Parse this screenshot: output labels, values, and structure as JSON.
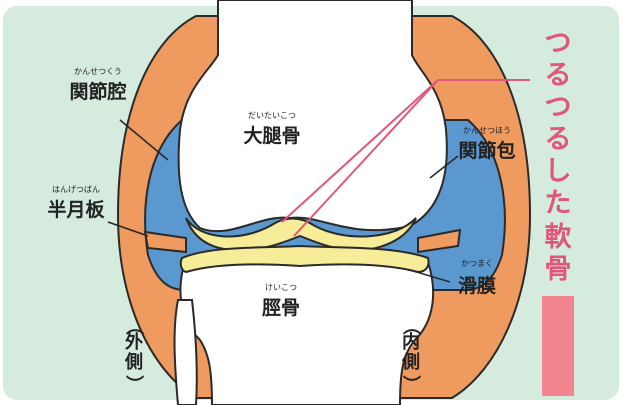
{
  "labels": {
    "kansetsukou": {
      "text": "関節腔",
      "reading": "かんせつくう"
    },
    "daitaikotsu": {
      "text": "大腿骨",
      "reading": "だいたいこつ"
    },
    "kansetsuhou": {
      "text": "関節包",
      "reading": "かんせつほう"
    },
    "hangetsuban": {
      "text": "半月板",
      "reading": "はんげつばん"
    },
    "kotsu": {
      "text": "脛骨",
      "reading": "けいこつ"
    },
    "katsumaku": {
      "text": "滑膜",
      "reading": "かつまく"
    },
    "outer_side": {
      "chars": [
        "（",
        "外",
        "側",
        "）"
      ]
    },
    "inner_side": {
      "chars": [
        "（",
        "内",
        "側",
        "）"
      ]
    }
  },
  "highlight": {
    "chars": [
      "つ",
      "る",
      "つ",
      "る",
      "し",
      "た",
      "軟",
      "骨"
    ]
  },
  "colors": {
    "background": "#d4ebdd",
    "capsule": "#ef9a5f",
    "cavity": "#5b98d0",
    "cartilage": "#f7ec98",
    "bone": "#ffffff",
    "outline": "#2a2a2a",
    "accent": "#e2567a",
    "accent_bar": "#f2858f"
  }
}
